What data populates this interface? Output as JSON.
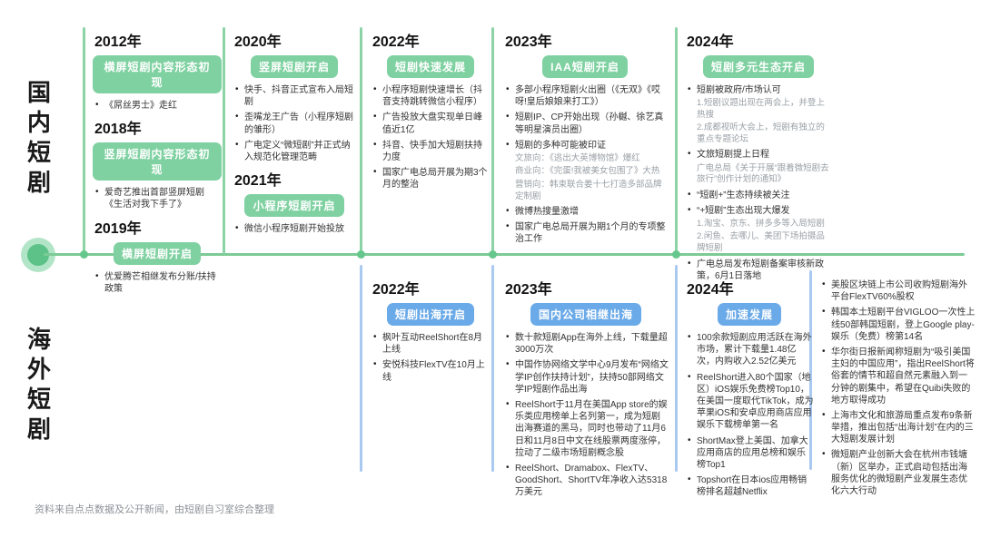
{
  "labels": {
    "domestic": "国内短剧",
    "overseas": "海外短剧"
  },
  "footer": "资料来自点点数据及公开新闻，由短剧自习室综合整理",
  "colors": {
    "green_badge": "#7FD1A1",
    "blue_badge": "#6BAAE8",
    "green_line": "#7CCB96",
    "blue_line": "#A9C9F0",
    "node_dot": "#66C78C"
  },
  "timeline": {
    "top_columns": [
      {
        "accent": "green",
        "sections": [
          {
            "year": "2012年",
            "badge": "横屏短剧内容形态初现",
            "items": [
              {
                "text": "《屌丝男士》走红"
              }
            ]
          },
          {
            "year": "2018年",
            "badge": "竖屏短剧内容形态初现",
            "items": [
              {
                "text": "爱奇艺推出首部竖屏短剧《生活对我下手了》"
              }
            ]
          },
          {
            "year": "2019年",
            "badge": "横屏短剧开启",
            "items": [
              {
                "text": "优爱腾芒相继发布分账/扶持政策"
              }
            ]
          }
        ]
      },
      {
        "accent": "green",
        "sections": [
          {
            "year": "2020年",
            "badge": "竖屏短剧开启",
            "items": [
              {
                "text": "快手、抖音正式宣布入局短剧"
              },
              {
                "text": "歪嘴龙王广告（小程序短剧的雏形）"
              },
              {
                "text": "广电定义“微短剧”并正式纳入规范化管理范畴"
              }
            ]
          },
          {
            "year": "2021年",
            "badge": "小程序短剧开启",
            "items": [
              {
                "text": "微信小程序短剧开始投放"
              }
            ]
          }
        ]
      },
      {
        "accent": "green",
        "sections": [
          {
            "year": "2022年",
            "badge": "短剧快速发展",
            "items": [
              {
                "text": "小程序短剧快速增长（抖音支持跳转微信小程序）"
              },
              {
                "text": "广告投放大盘实现单日峰值近1亿"
              },
              {
                "text": "抖音、快手加大短剧扶持力度"
              },
              {
                "text": "国家广电总局开展为期3个月的整治"
              }
            ]
          }
        ]
      },
      {
        "accent": "green",
        "sections": [
          {
            "year": "2023年",
            "badge": "IAA短剧开启",
            "items": [
              {
                "text": "多部小程序短剧火出圈（《无双》《哎呀!皇后娘娘来打工》）"
              },
              {
                "text": "短剧IP、CP开始出现（孙樾、徐艺真等明星演员出圈）"
              },
              {
                "text": "短剧的多种可能被印证",
                "subs": [
                  "文旅向：《逃出大英博物馆》爆红",
                  "商业向：《完蛋!我被美女包围了》大热",
                  "营销向：韩束联合姜十七打造多部品牌定制剧"
                ]
              },
              {
                "text": "微博热搜量激增"
              },
              {
                "text": "国家广电总局开展为期1个月的专项整治工作"
              }
            ]
          }
        ]
      },
      {
        "accent": "green",
        "sections": [
          {
            "year": "2024年",
            "badge": "短剧多元生态开启",
            "items": [
              {
                "text": "短剧被政府/市场认可",
                "subs": [
                  "1.短剧议题出现在两会上，并登上热搜",
                  "2.成都视听大会上，短剧有独立的重点专题论坛"
                ]
              },
              {
                "text": "文旅短剧提上日程",
                "subs": [
                  "广电总局《关于开展“跟着微短剧去旅行”创作计划的通知》"
                ]
              },
              {
                "text": "“短剧+”生态持续被关注"
              },
              {
                "text": "“+短剧”生态出现大爆发",
                "subs": [
                  "1.淘宝、京东、拼多多等入局短剧",
                  "2.闲鱼、去哪儿、美团下场拍摄品牌短剧"
                ]
              },
              {
                "text": "广电总局发布短剧备案审核新政策，6月1日落地"
              }
            ]
          }
        ]
      }
    ],
    "bottom_columns": [
      {
        "accent": "blue",
        "sections": [
          {
            "year": "2022年",
            "badge": "短剧出海开启",
            "items": [
              {
                "text": "枫叶互动ReelShort在8月上线"
              },
              {
                "text": "安悦科技FlexTV在10月上线"
              }
            ]
          }
        ]
      },
      {
        "accent": "blue",
        "sections": [
          {
            "year": "2023年",
            "badge": "国内公司相继出海",
            "items": [
              {
                "text": "数十款短剧App在海外上线，下载量超3000万次"
              },
              {
                "text": "中国作协网络文学中心9月发布“网络文学IP创作扶持计划”，扶持50部网络文学IP短剧作品出海"
              },
              {
                "text": "ReelShort于11月在美国App store的娱乐类应用榜单上名列第一，成为短剧出海赛道的黑马，同时也带动了11月6日和11月8日中文在线股票两度涨停，拉动了二级市场短剧概念股"
              },
              {
                "text": "ReelShort、Dramabox、FlexTV、GoodShort、ShortTV年净收入达5318万美元"
              }
            ]
          }
        ]
      },
      {
        "accent": "blue",
        "sections": [
          {
            "year": "2024年",
            "badge": "加速发展",
            "items": [
              {
                "text": "100余款短剧应用活跃在海外市场，累计下载量1.48亿次，内购收入2.52亿美元"
              },
              {
                "text": "ReelShort进入80个国家（地区）iOS娱乐免费榜Top10，在美国一度取代TikTok，成为苹果iOS和安卓应用商店应用娱乐下载榜单第一名"
              },
              {
                "text": "ShortMax登上美国、加拿大应用商店的应用总榜和娱乐榜Top1"
              },
              {
                "text": "Topshort在日本ios应用畅销榜排名超越Netflix"
              }
            ]
          }
        ]
      },
      {
        "accent": "blue",
        "sections": [
          {
            "year": "",
            "badge": "",
            "items": [
              {
                "text": "美股区块链上市公司收购短剧海外平台FlexTV60%股权"
              },
              {
                "text": "韩国本土短剧平台VIGLOO一次性上线50部韩国短剧，登上Google play-娱乐（免费）榜第14名"
              },
              {
                "text": "华尔街日报新闻称短剧为“吸引美国主妇的中国应用”，指出ReelShort将俗套的情节和超自然元素融入到一分钟的剧集中，希望在Quibi失败的地方取得成功"
              },
              {
                "text": "上海市文化和旅游局重点发布9条新举措，推出包括“出海计划”在内的三大短剧发展计划"
              },
              {
                "text": "微短剧产业创新大会在杭州市钱塘（新）区举办，正式启动包括出海服务优化的微短剧产业发展生态优化六大行动"
              }
            ]
          }
        ]
      }
    ]
  }
}
